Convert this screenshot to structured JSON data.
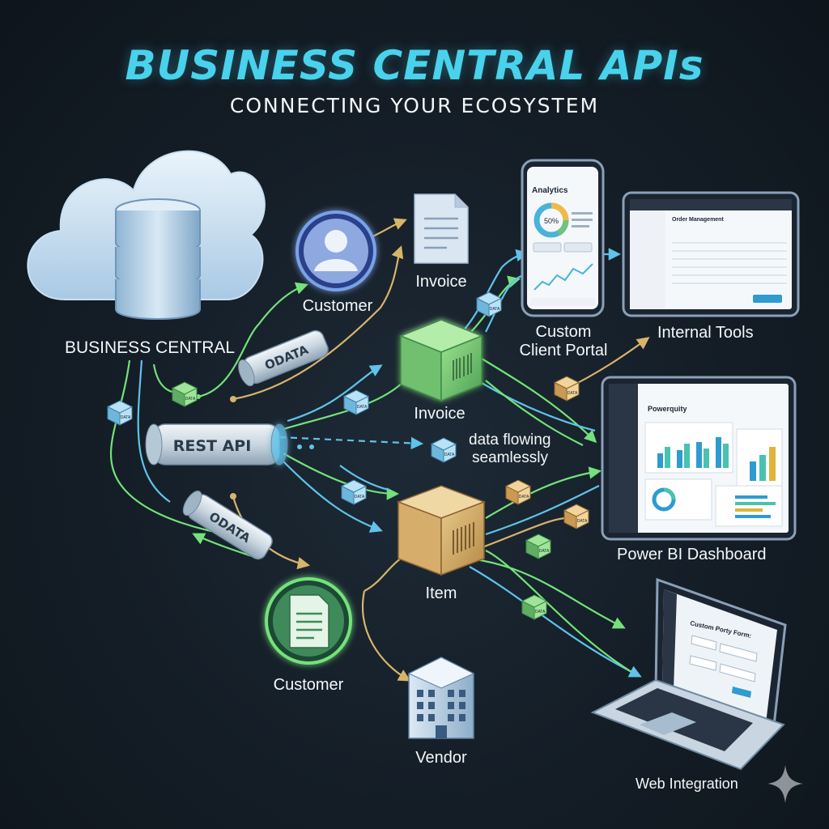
{
  "header": {
    "title": "BUSINESS CENTRAL APIs",
    "subtitle": "CONNECTING YOUR ECOSYSTEM"
  },
  "source": {
    "label": "BUSINESS CENTRAL"
  },
  "connectors": {
    "rest": "REST API",
    "odata_top": "ODATA",
    "odata_bottom": "ODATA"
  },
  "entities": {
    "customer_top": "Customer",
    "invoice_doc": "Invoice",
    "invoice_box": "Invoice",
    "item_box": "Item",
    "customer_bottom": "Customer",
    "vendor": "Vendor"
  },
  "flow_caption": [
    "data flowing",
    "seamlessly"
  ],
  "packet_label": "DATA",
  "destinations": {
    "client_portal": [
      "Custom",
      "Client Portal"
    ],
    "internal_tools": "Internal Tools",
    "power_bi": "Power BI Dashboard",
    "web_integration": "Web Integration"
  },
  "phone_screen": {
    "heading": "Analytics",
    "donut_value": "50%"
  },
  "tablet_screen": {
    "heading": "Order Management"
  },
  "dashboard_screen": {
    "heading": "Powerquity"
  },
  "laptop_screen": {
    "heading": "Custom Porty Form:"
  },
  "colors": {
    "accent_cyan": "#49d2ec",
    "flow_green": "#74e27a",
    "flow_blue": "#5fc3ea",
    "flow_gold": "#d8b46a",
    "background": "#141d26"
  }
}
